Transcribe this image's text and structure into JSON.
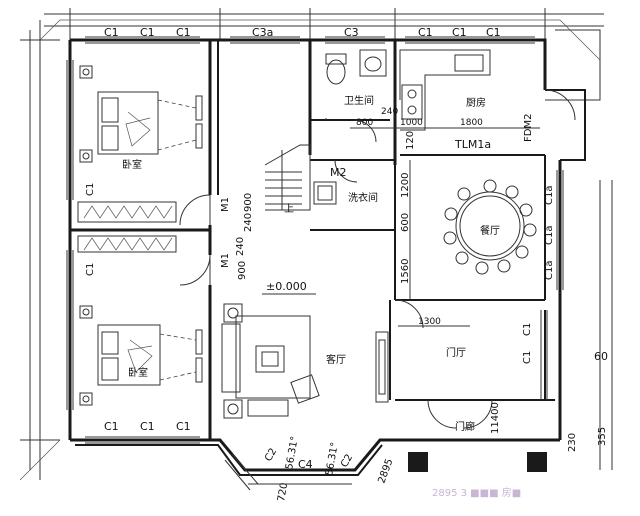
{
  "window_labels": {
    "top": [
      "C1",
      "C1",
      "C1",
      "C3a",
      "C3",
      "C1",
      "C1",
      "C1"
    ],
    "bottom_left": [
      "C1",
      "C1",
      "C1"
    ],
    "left_upper": "C1",
    "left_lower": "C1",
    "dining_right": [
      "C1a",
      "C1a",
      "C1a"
    ],
    "entrance_right": [
      "C1",
      "C1"
    ],
    "bay": [
      "C2",
      "C4",
      "C2"
    ]
  },
  "door_labels": {
    "m1_upper": "M1",
    "m1_lower": "M1",
    "m2": "M2",
    "tlm": "TLM1a",
    "fdm": "FDM2"
  },
  "rooms": {
    "bedroom_upper": "卧室",
    "bedroom_lower": "卧室",
    "bathroom": "卫生间",
    "kitchen": "厨房",
    "laundry": "洗衣间",
    "dining": "餐厅",
    "living": "客厅",
    "hall": "门厅",
    "porch": "门廊"
  },
  "stair_label": "上",
  "level": "±0.000",
  "dimensions": {
    "d240_a": "240",
    "d800": "800",
    "d1000": "1000",
    "d1800": "1800",
    "d120": "120",
    "d1200": "1200",
    "d600": "600",
    "d1560": "1560",
    "d1300": "1300",
    "d900_a": "900",
    "d240_b": "240",
    "d240_c": "240",
    "d900_b": "900",
    "d1400": "11400",
    "d230": "230",
    "d355": "355",
    "d60": "60",
    "bay_left": "56.31°",
    "bay_right": "56.31°",
    "bay_d1": "720",
    "bay_d2": "2895"
  },
  "watermark": "2895 3 ■■■ 房■"
}
